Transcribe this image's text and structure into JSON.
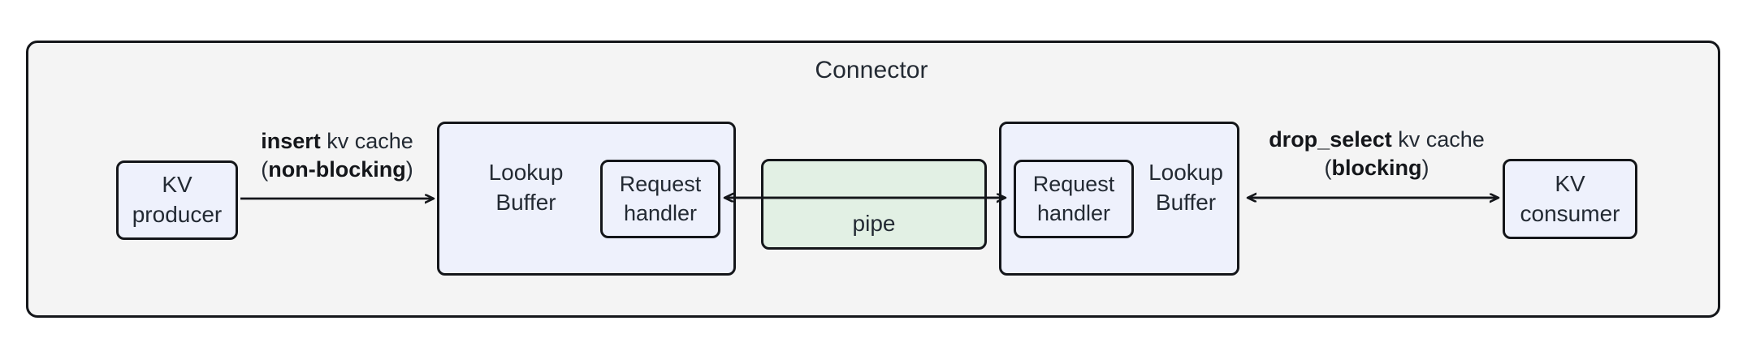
{
  "diagram": {
    "title": "Connector",
    "nodes": {
      "kv_producer": "KV\nproducer",
      "lookup_buffer_left": "Lookup\nBuffer",
      "request_handler_left": "Request\nhandler",
      "pipe": "pipe",
      "request_handler_right": "Request\nhandler",
      "lookup_buffer_right": "Lookup\nBuffer",
      "kv_consumer": "KV\nconsumer"
    },
    "edges": {
      "insert": {
        "op": "insert",
        "object": " kv cache",
        "mode_open": "(",
        "mode": "non-blocking",
        "mode_close": ")",
        "direction": "right"
      },
      "drop_select": {
        "op": "drop_select",
        "object": " kv cache",
        "mode_open": "(",
        "mode": "blocking",
        "mode_close": ")",
        "direction": "bidirectional"
      },
      "pipe_left": {
        "direction": "left"
      },
      "pipe_right": {
        "direction": "right"
      }
    },
    "colors": {
      "frame_fill": "#f4f4f4",
      "frame_stroke": "#14161a",
      "node_fill": "#eef1fc",
      "pipe_fill": "#e2f0e4",
      "text": "#232a33"
    }
  }
}
